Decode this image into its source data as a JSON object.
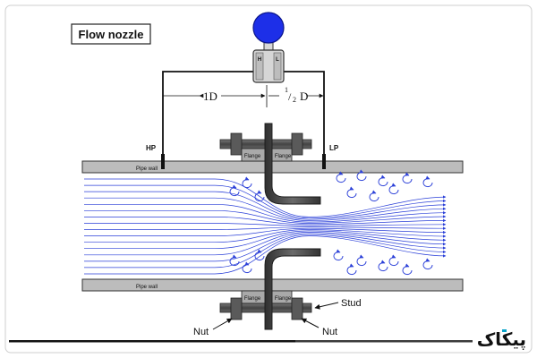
{
  "title": "Flow nozzle",
  "transmitter": {
    "high_port": "H",
    "low_port": "L"
  },
  "dimensions": {
    "upstream": "1D",
    "downstream_num": "1",
    "downstream_den": "2",
    "downstream_unit": "D"
  },
  "taps": {
    "high": "HP",
    "low": "LP"
  },
  "pipe": {
    "wall_top": "Pipe wall",
    "wall_bottom": "Pipe wall"
  },
  "flanges": {
    "top_left": "Flange",
    "top_right": "Flange",
    "bottom_left": "Flange",
    "bottom_right": "Flange"
  },
  "callouts": {
    "stud": "Stud",
    "nut_left": "Nut",
    "nut_right": "Nut"
  },
  "brand": {
    "logo_text": "پیکاک"
  },
  "colors": {
    "flow_line": "#2a3fd8",
    "transmitter_bulb": "#1d2fe8",
    "pipe_wall": "#bcbcbc",
    "brand_accent": "#0aa4c9"
  }
}
